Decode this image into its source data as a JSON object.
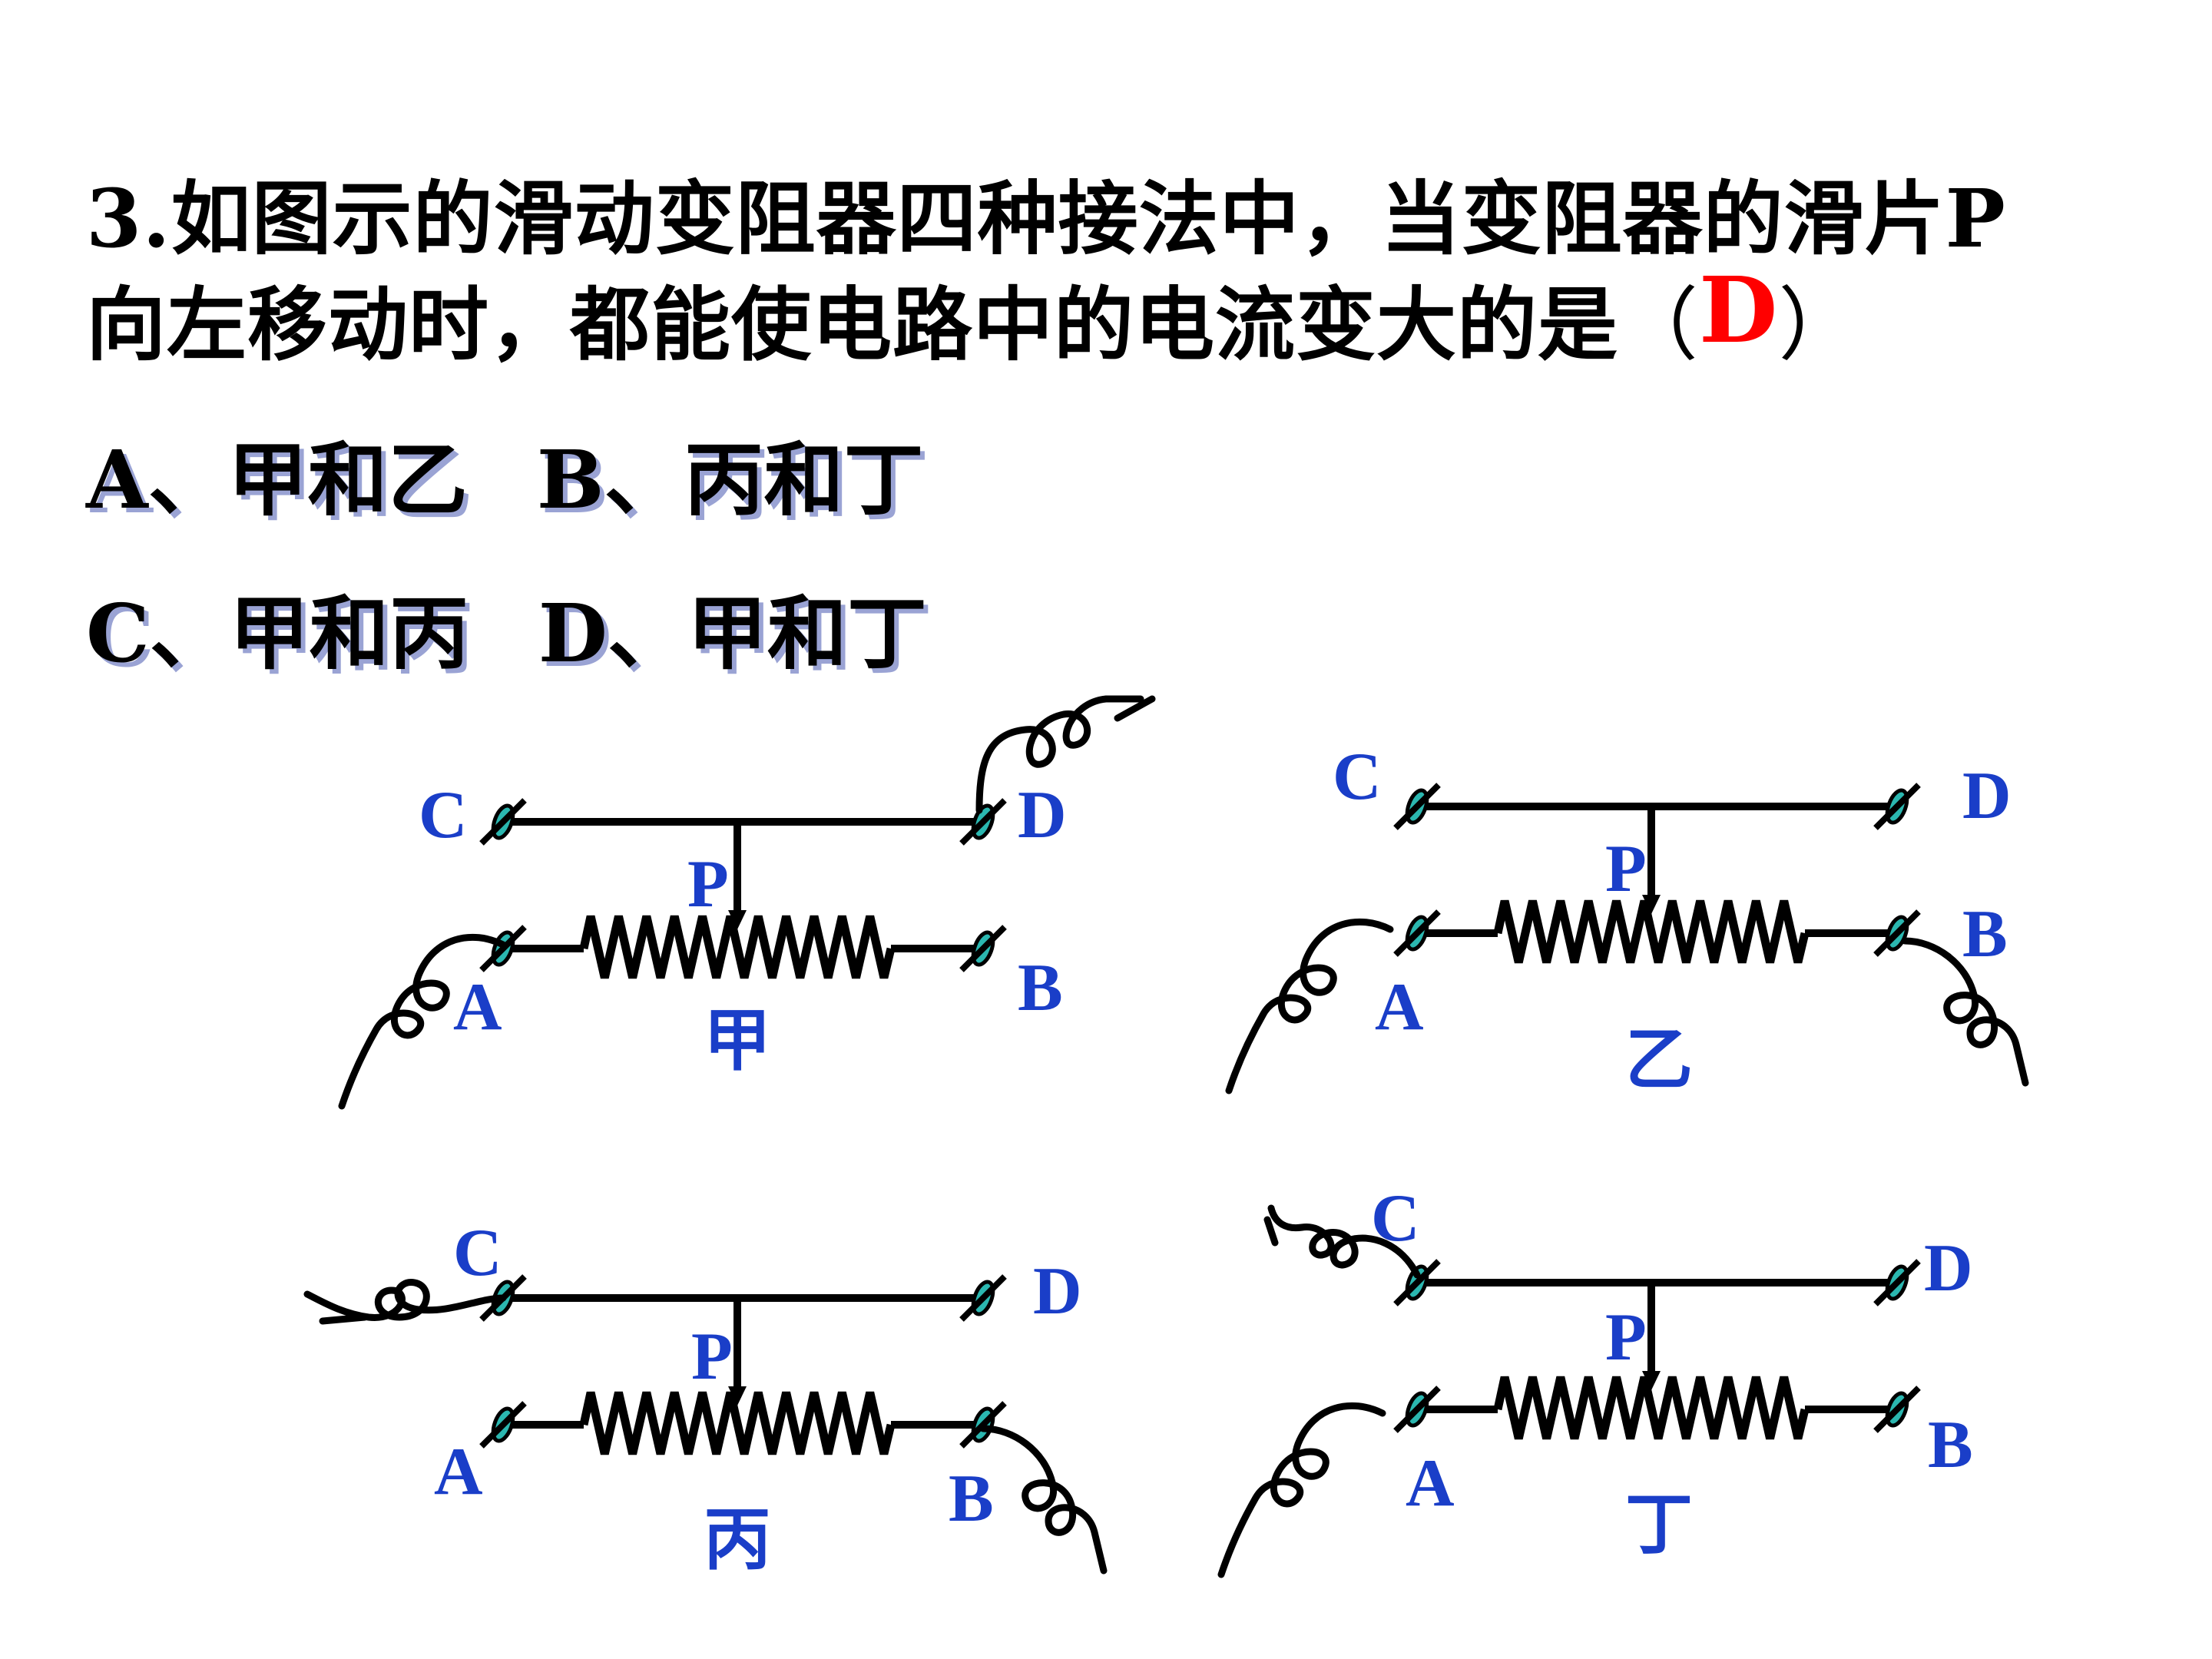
{
  "question": {
    "line1": "3.如图示的滑动变阻器四种接法中，当变阻器的滑片P",
    "line2": "向左移动时，都能使电路中的电流变大的是",
    "open_paren": "（",
    "answer": "D",
    "close_paren": "）"
  },
  "options": {
    "A": "A、甲和乙",
    "B": "B、丙和丁",
    "C": "C、甲和丙",
    "D": "D、甲和丁"
  },
  "diagrams": [
    {
      "caption": "甲",
      "terminals": {
        "C": "C",
        "D": "D",
        "A": "A",
        "B": "B",
        "P": "P"
      },
      "connected": [
        "D",
        "A"
      ]
    },
    {
      "caption": "乙",
      "terminals": {
        "C": "C",
        "D": "D",
        "A": "A",
        "B": "B",
        "P": "P"
      },
      "connected": [
        "A",
        "B"
      ]
    },
    {
      "caption": "丙",
      "terminals": {
        "C": "C",
        "D": "D",
        "A": "A",
        "B": "B",
        "P": "P"
      },
      "connected": [
        "C",
        "B"
      ]
    },
    {
      "caption": "丁",
      "terminals": {
        "C": "C",
        "D": "D",
        "A": "A",
        "B": "B",
        "P": "P"
      },
      "connected": [
        "C",
        "A"
      ]
    }
  ],
  "colors": {
    "answer": "#ff0000",
    "labels": "#1a3ec8",
    "terminal": "#2bb7b0",
    "option_shadow": "#9aa3d4"
  }
}
